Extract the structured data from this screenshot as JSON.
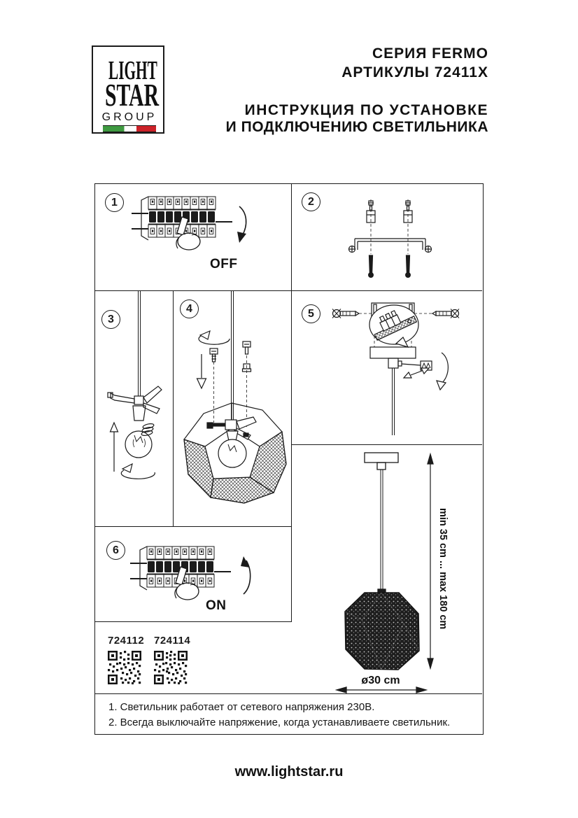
{
  "header": {
    "logo": {
      "word1": "LIGHT",
      "word2": "STAR",
      "word3": "GROUP"
    },
    "series": "СЕРИЯ FERMO",
    "articles": "АРТИКУЛЫ 72411X",
    "instruction_line1": "ИНСТРУКЦИЯ ПО УСТАНОВКЕ",
    "instruction_line2": "И ПОДКЛЮЧЕНИЮ СВЕТИЛЬНИКА"
  },
  "steps": {
    "step1": {
      "number": "1",
      "label": "OFF"
    },
    "step2": {
      "number": "2"
    },
    "step3": {
      "number": "3"
    },
    "step4": {
      "number": "4"
    },
    "step5": {
      "number": "5"
    },
    "step6": {
      "number": "6",
      "label": "ON"
    }
  },
  "qr": {
    "left_article": "724112",
    "right_article": "724114"
  },
  "dimensions": {
    "suspension_height": "min 35 cm ... max 180 cm",
    "diameter": "ø30 cm"
  },
  "notes": {
    "line1": "1. Светильник работает от сетевого напряжения 230В.",
    "line2": "2. Всегда выключайте напряжение, когда устанавливаете светильник."
  },
  "footer": {
    "website": "www.lightstar.ru"
  },
  "colors": {
    "flag_green": "#3f9a41",
    "flag_red": "#cc2229",
    "ink": "#1b1b1b"
  }
}
